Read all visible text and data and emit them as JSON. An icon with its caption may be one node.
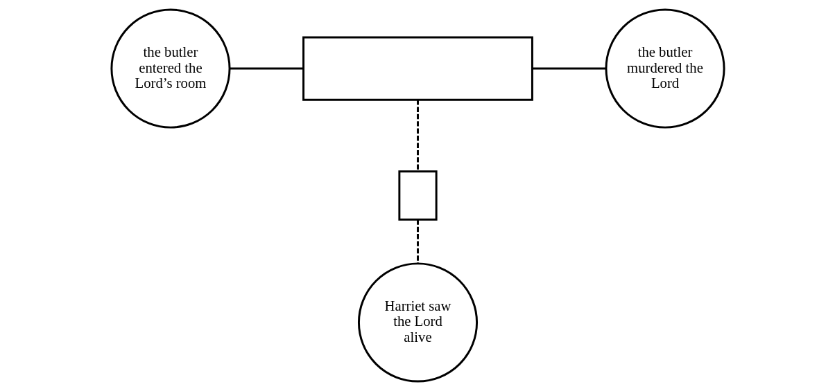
{
  "diagram": {
    "nodes": [
      {
        "text": [
          "the butler entered the Lord’s room"
        ]
      },
      {
        "text": [],
        "shape": "box"
      },
      {
        "text": [
          "the butler murdered the Lord"
        ]
      },
      {
        "text": [],
        "shape": "box"
      },
      {
        "text": [
          "Harriet saw the Lord alive"
        ]
      }
    ],
    "edges": [
      {
        "from": 0,
        "to": 1,
        "arrow": "none"
      },
      {
        "from": 1,
        "to": 2,
        "arrow": "none"
      },
      {
        "from": 1,
        "to": 3,
        "arrow": "none",
        "style": "dashed"
      },
      {
        "from": 3,
        "to": 4,
        "arrow": "none",
        "style": "dashed"
      }
    ]
  }
}
